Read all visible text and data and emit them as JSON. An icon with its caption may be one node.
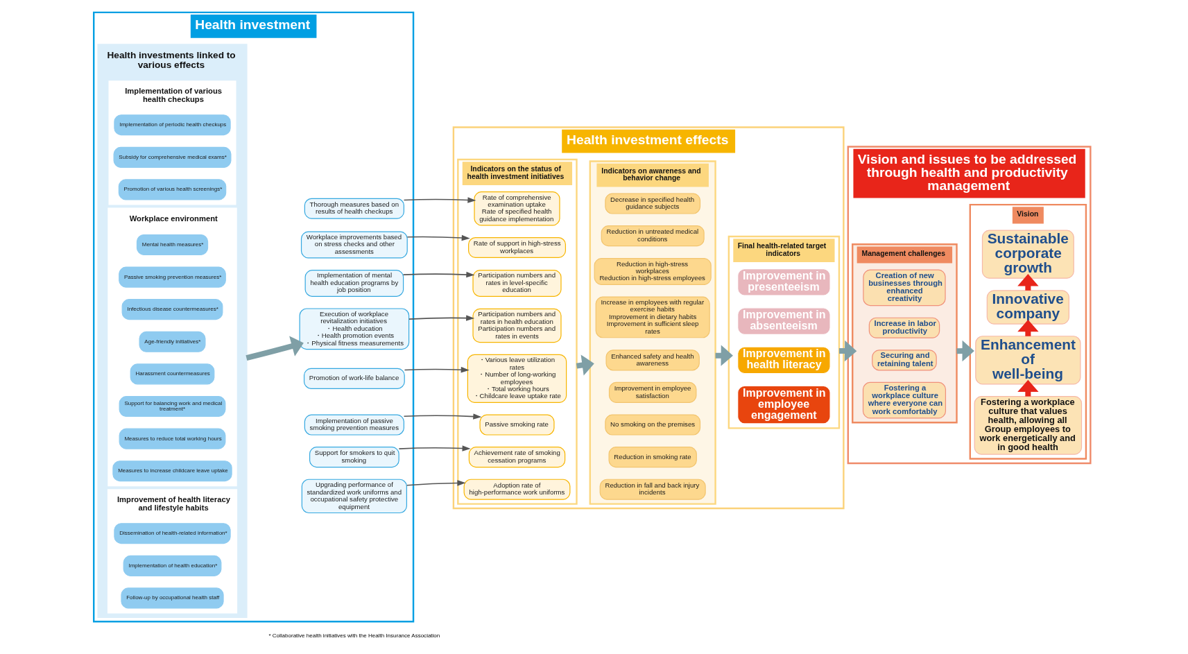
{
  "diagram": {
    "nodes": [
      {
        "text": [
          "Health investment"
        ]
      },
      {
        "text": [
          "Health investments linked to various effects"
        ],
        "in": 0
      },
      {
        "text": [
          "Implementation of various health checkups"
        ],
        "in": 1
      },
      {
        "text": [
          "Implementation of periodic health checkups"
        ],
        "in": 2
      },
      {
        "text": [
          "Subsidy for comprehensive medical exams*"
        ],
        "in": 2
      },
      {
        "text": [
          "Promotion of various health screenings*"
        ],
        "in": 2
      },
      {
        "text": [
          "Workplace environment"
        ],
        "in": 1
      },
      {
        "text": [
          "Mental health measures*"
        ],
        "in": 6
      },
      {
        "text": [
          "Passive smoking prevention measures*"
        ],
        "in": 6
      },
      {
        "text": [
          "Infectious disease countermeasures*"
        ],
        "in": 6
      },
      {
        "text": [
          "Age-friendly initiatives*"
        ],
        "in": 6
      },
      {
        "text": [
          "Harassment countermeasures"
        ],
        "in": 6
      },
      {
        "text": [
          "Support for balancing work and medical treatment*"
        ],
        "in": 6
      },
      {
        "text": [
          "Measures to reduce total working hours"
        ],
        "in": 6
      },
      {
        "text": [
          "Measures to increase childcare leave uptake"
        ],
        "in": 6
      },
      {
        "text": [
          "Improvement of health literacy and lifestyle habits"
        ],
        "in": 1
      },
      {
        "text": [
          "Dissemination of health-related information*"
        ],
        "in": 15
      },
      {
        "text": [
          "Implementation of health education*"
        ],
        "in": 15
      },
      {
        "text": [
          "Follow-up by occupational health staff"
        ],
        "in": 15
      },
      {
        "text": [
          "Thorough measures based on results of health checkups"
        ],
        "in": 0
      },
      {
        "text": [
          "Workplace improvements based on stress checks and other assessments"
        ],
        "in": 0
      },
      {
        "text": [
          "Implementation of mental health education programs by job position"
        ],
        "in": 0
      },
      {
        "text": [
          "Execution of workplace revitalization initiatives",
          "・Health education",
          "・Health promotion events",
          "・Physical fitness measurements"
        ],
        "in": 0
      },
      {
        "text": [
          "Promotion of work-life balance"
        ],
        "in": 0
      },
      {
        "text": [
          "Implementation of passive smoking prevention measures"
        ],
        "in": 0
      },
      {
        "text": [
          "Support for smokers to quit smoking"
        ],
        "in": 0
      },
      {
        "text": [
          "Upgrading performance of standardized work uniforms and occupational safety protective equipment"
        ],
        "in": 0
      },
      {
        "text": [
          "Health investment effects"
        ]
      },
      {
        "text": [
          "Indicators on the status of health investment initiatives"
        ],
        "in": 27
      },
      {
        "text": [
          "Rate of comprehensive examination uptake",
          "Rate of specified health guidance implementation"
        ],
        "in": 28
      },
      {
        "text": [
          "Rate of support in high-stress workplaces"
        ],
        "in": 28
      },
      {
        "text": [
          "Participation numbers and rates in level-specific education"
        ],
        "in": 28
      },
      {
        "text": [
          "Participation numbers and rates in health education",
          "Participation numbers and rates in events"
        ],
        "in": 28
      },
      {
        "text": [
          "・Various leave utilization rates",
          "・Number of long-working employees",
          "・Total working hours",
          "・Childcare leave uptake rate"
        ],
        "in": 28
      },
      {
        "text": [
          "Passive smoking rate"
        ],
        "in": 28
      },
      {
        "text": [
          "Achievement rate of smoking cessation programs"
        ],
        "in": 28
      },
      {
        "text": [
          "Adoption rate of high-performance work uniforms"
        ],
        "in": 28
      },
      {
        "text": [
          "Indicators on awareness and behavior change"
        ],
        "in": 27
      },
      {
        "text": [
          "Decrease in specified health guidance subjects"
        ],
        "in": 37
      },
      {
        "text": [
          "Reduction in untreated medical conditions"
        ],
        "in": 37
      },
      {
        "text": [
          "Reduction in high-stress workplaces",
          "Reduction in high-stress employees"
        ],
        "in": 37
      },
      {
        "text": [
          "Increase in employees with regular exercise habits",
          "Improvement in dietary habits",
          "Improvement in sufficient sleep rates"
        ],
        "in": 37
      },
      {
        "text": [
          "Enhanced safety and health awareness"
        ],
        "in": 37
      },
      {
        "text": [
          "Improvement in employee satisfaction"
        ],
        "in": 37
      },
      {
        "text": [
          "No smoking on the premises"
        ],
        "in": 37
      },
      {
        "text": [
          "Reduction in smoking rate"
        ],
        "in": 37
      },
      {
        "text": [
          "Reduction in fall and back injury incidents"
        ],
        "in": 37
      },
      {
        "text": [
          "Final health-related target indicators"
        ],
        "in": 27
      },
      {
        "text": [
          "Improvement in presenteeism"
        ],
        "in": 47
      },
      {
        "text": [
          "Improvement in absenteeism"
        ],
        "in": 47
      },
      {
        "text": [
          "Improvement in health literacy"
        ],
        "in": 47
      },
      {
        "text": [
          "Improvement in employee engagement"
        ],
        "in": 47
      },
      {
        "text": [
          "Vision and issues to be addressed through health and productivity management"
        ]
      },
      {
        "text": [
          "Management challenges"
        ],
        "in": 52
      },
      {
        "text": [
          "Creation of new businesses through enhanced creativity"
        ],
        "in": 53
      },
      {
        "text": [
          "Increase in labor productivity"
        ],
        "in": 53
      },
      {
        "text": [
          "Securing and retaining talent"
        ],
        "in": 53
      },
      {
        "text": [
          "Fostering a workplace culture where everyone can work comfortably"
        ],
        "in": 53
      },
      {
        "text": [
          "Vision"
        ],
        "in": 52
      },
      {
        "text": [
          "Sustainable corporate growth"
        ],
        "in": 58
      },
      {
        "text": [
          "Innovative company"
        ],
        "in": 58
      },
      {
        "text": [
          "Enhancement of well-being"
        ],
        "in": 58
      },
      {
        "text": [
          "Fostering a workplace culture that values health, allowing all Group employees to work energetically and in good health"
        ],
        "in": 58
      }
    ],
    "edges": [
      {
        "from": 1,
        "to": 22,
        "arrow": "to",
        "style": "thick",
        "color": "#7f9fa6"
      },
      {
        "from": 19,
        "to": 29,
        "arrow": "to"
      },
      {
        "from": 20,
        "to": 30,
        "arrow": "to"
      },
      {
        "from": 21,
        "to": 31,
        "arrow": "to"
      },
      {
        "from": 22,
        "to": 32,
        "arrow": "to"
      },
      {
        "from": 23,
        "to": 33,
        "arrow": "to"
      },
      {
        "from": 24,
        "to": 34,
        "arrow": "to"
      },
      {
        "from": 25,
        "to": 35,
        "arrow": "to"
      },
      {
        "from": 26,
        "to": 36,
        "arrow": "to"
      },
      {
        "from": 28,
        "to": 37,
        "arrow": "to",
        "style": "thick",
        "color": "#7f9fa6"
      },
      {
        "from": 37,
        "to": 47,
        "arrow": "to",
        "style": "thick",
        "color": "#7f9fa6"
      },
      {
        "from": 47,
        "to": 53,
        "arrow": "to",
        "style": "thick",
        "color": "#7f9fa6"
      },
      {
        "from": 53,
        "to": 58,
        "arrow": "to",
        "style": "thick",
        "color": "#7f9fa6"
      },
      {
        "from": 62,
        "to": 61,
        "arrow": "to",
        "style": "thick",
        "color": "#e8251a"
      },
      {
        "from": 61,
        "to": 60,
        "arrow": "to",
        "style": "thick",
        "color": "#e8251a"
      },
      {
        "from": 60,
        "to": 59,
        "arrow": "to",
        "style": "thick",
        "color": "#e8251a"
      }
    ],
    "labels": [
      "* Collaborative health initiatives with the Health Insurance Association"
    ]
  }
}
